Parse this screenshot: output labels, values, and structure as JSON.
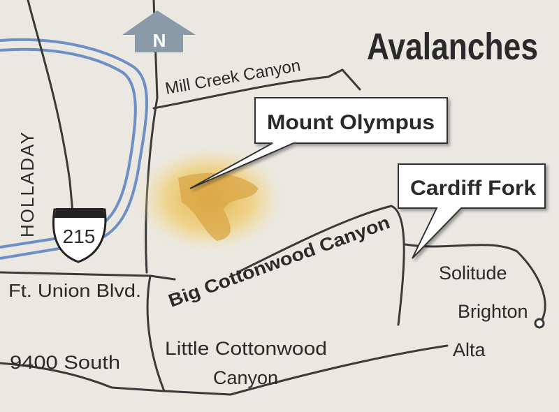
{
  "title": "Avalanches",
  "north_label": "N",
  "places": {
    "mill_creek": "Mill Creek Canyon",
    "mount_olympus": "Mount Olympus",
    "cardiff_fork": "Cardiff Fork",
    "holladay": "HOLLADAY",
    "interstate": "215",
    "ft_union": "Ft. Union Blvd.",
    "big_cottonwood": "Big Cottonwood Canyon",
    "solitude": "Solitude",
    "brighton": "Brighton",
    "south_9400": "9400 South",
    "little_cottonwood_1": "Little Cottonwood",
    "little_cottonwood_2": "Canyon",
    "alta": "Alta"
  },
  "colors": {
    "background": "#ebe7e1",
    "freeway": "#6d8fc4",
    "highlight": "#e8c060",
    "road": "#3a3a3a"
  }
}
